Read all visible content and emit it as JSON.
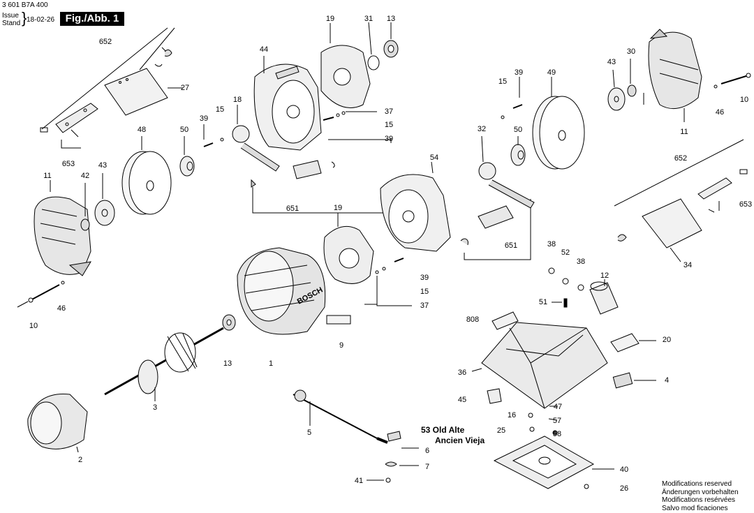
{
  "header": {
    "code": "3 601 B7A 400",
    "issue_label": "Issue",
    "stand_label": "Stand",
    "date": "18-02-26",
    "figure": "Fig./Abb. 1"
  },
  "callouts": [
    "652",
    "27",
    "653",
    "11",
    "42",
    "43",
    "48",
    "50",
    "39",
    "15",
    "44",
    "18",
    "19",
    "31",
    "13",
    "37",
    "15",
    "39",
    "651",
    "46",
    "10",
    "1",
    "13",
    "3",
    "2",
    "9",
    "19",
    "39",
    "15",
    "37",
    "54",
    "15",
    "39",
    "49",
    "32",
    "50",
    "43",
    "30",
    "11",
    "46",
    "10",
    "652",
    "653",
    "34",
    "651",
    "38",
    "52",
    "38",
    "12",
    "51",
    "808",
    "20",
    "36",
    "4",
    "45",
    "47",
    "16",
    "57",
    "25",
    "58",
    "5",
    "6",
    "7",
    "41",
    "40",
    "26"
  ],
  "part_label_53": [
    "53 Old Alte",
    "Ancien Vieja"
  ],
  "footer_notes": [
    "Modifications reserved",
    "Änderungen vorbehalten",
    "Modifications resérvées",
    "Salvo mod ficaciones"
  ],
  "brand_mark": "BOSCH"
}
